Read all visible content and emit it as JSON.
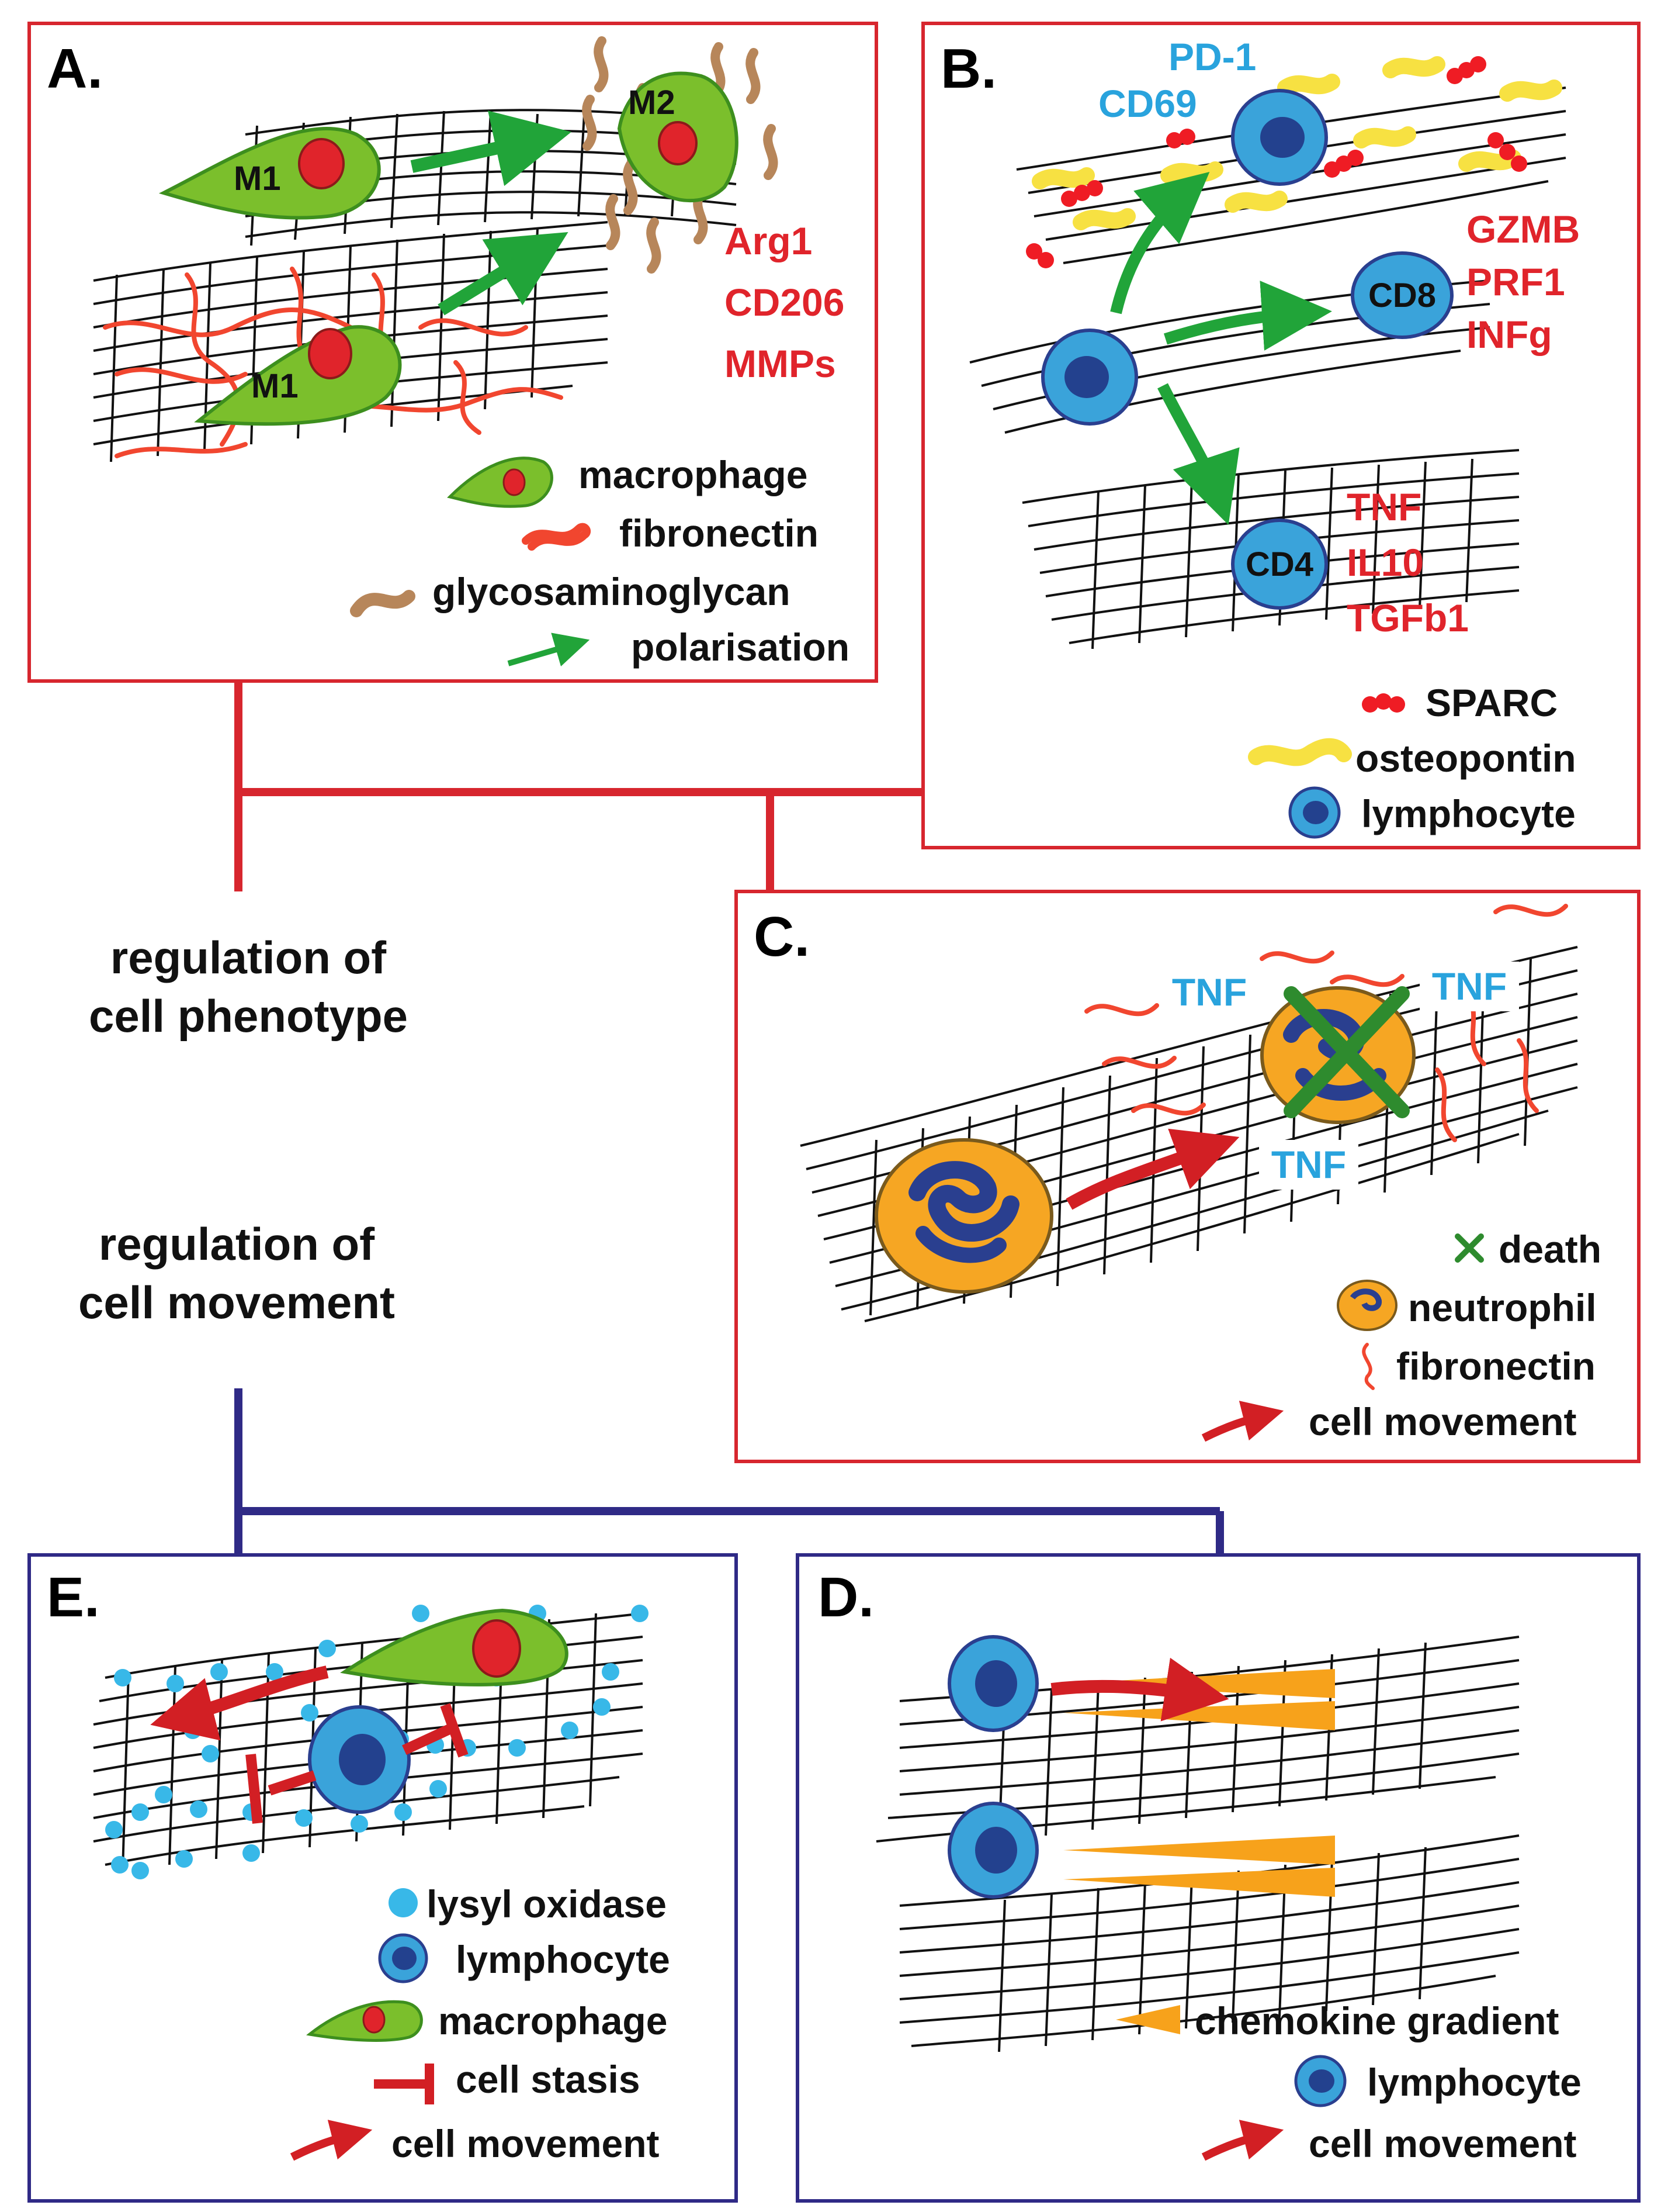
{
  "colors": {
    "red_border": "#d7262e",
    "blue_border": "#2f2a86",
    "red_text": "#e0242b",
    "cyan_text": "#29a3dd",
    "green_arrow": "#21a439",
    "red_arrow": "#d21f24",
    "macrophage": "#7bbf2c",
    "lymphocyte": "#3aa3da",
    "neutrophil": "#f6a623",
    "fibronectin": "#f1462f",
    "glycosaminoglycan": "#b7865a",
    "osteopontin": "#f7e142",
    "sparc": "#ef1c24",
    "lysyl_oxidase": "#38b8e8",
    "chemokine": "#f7a21b"
  },
  "side_labels": {
    "phenotype_1": "regulation of",
    "phenotype_2": "cell phenotype",
    "movement_1": "regulation of",
    "movement_2": "cell movement"
  },
  "panelA": {
    "letter": "A.",
    "cells": [
      "M1",
      "M2",
      "M1"
    ],
    "markers": [
      "Arg1",
      "CD206",
      "MMPs"
    ],
    "legend": [
      "macrophage",
      "fibronectin",
      "glycosaminoglycan",
      "polarisation"
    ]
  },
  "panelB": {
    "letter": "B.",
    "top_markers": [
      "PD-1",
      "CD69"
    ],
    "cd8": "CD8",
    "cd8_markers": [
      "GZMB",
      "PRF1",
      "INFg"
    ],
    "cd4": "CD4",
    "cd4_markers": [
      "TNF",
      "IL10",
      "TGFb1"
    ],
    "legend": [
      "SPARC",
      "osteopontin",
      "lymphocyte"
    ]
  },
  "panelC": {
    "letter": "C.",
    "tnf_labels": [
      "TNF",
      "TNF",
      "TNF"
    ],
    "legend": [
      "death",
      "neutrophil",
      "fibronectin",
      "cell movement"
    ]
  },
  "panelD": {
    "letter": "D.",
    "legend": [
      "chemokine gradient",
      "lymphocyte",
      "cell movement"
    ]
  },
  "panelE": {
    "letter": "E.",
    "legend": [
      "lysyl oxidase",
      "lymphocyte",
      "macrophage",
      "cell stasis",
      "cell movement"
    ]
  }
}
